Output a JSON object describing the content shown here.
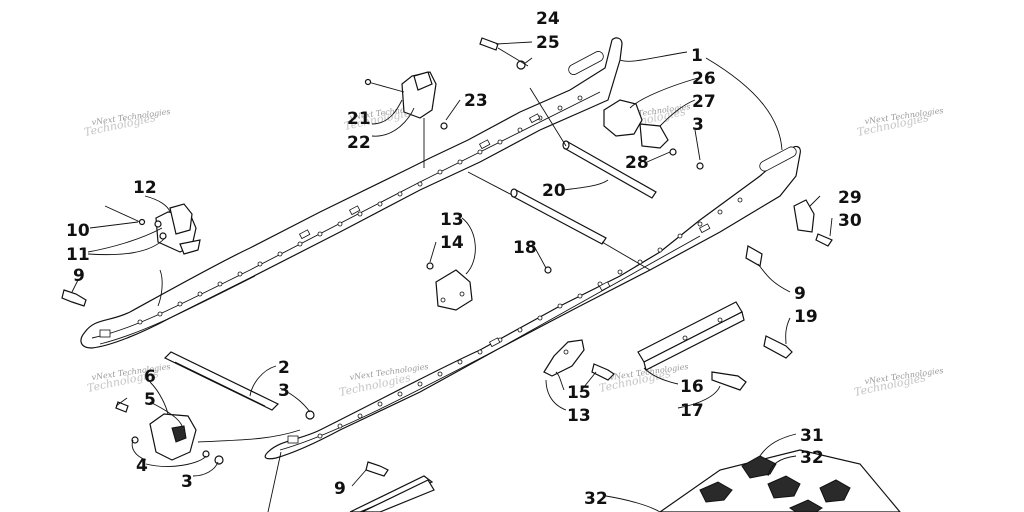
{
  "callouts": [
    {
      "id": "c24",
      "text": "24"
    },
    {
      "id": "c25",
      "text": "25"
    },
    {
      "id": "c1",
      "text": "1"
    },
    {
      "id": "c26",
      "text": "26"
    },
    {
      "id": "c27",
      "text": "27"
    },
    {
      "id": "c3a",
      "text": "3"
    },
    {
      "id": "c28",
      "text": "28"
    },
    {
      "id": "c23",
      "text": "23"
    },
    {
      "id": "c21",
      "text": "21"
    },
    {
      "id": "c22",
      "text": "22"
    },
    {
      "id": "c12",
      "text": "12"
    },
    {
      "id": "c10",
      "text": "10"
    },
    {
      "id": "c11",
      "text": "11"
    },
    {
      "id": "c9a",
      "text": "9"
    },
    {
      "id": "c20",
      "text": "20"
    },
    {
      "id": "c29",
      "text": "29"
    },
    {
      "id": "c30",
      "text": "30"
    },
    {
      "id": "c13a",
      "text": "13"
    },
    {
      "id": "c14",
      "text": "14"
    },
    {
      "id": "c18",
      "text": "18"
    },
    {
      "id": "c9b",
      "text": "9"
    },
    {
      "id": "c19",
      "text": "19"
    },
    {
      "id": "c2",
      "text": "2"
    },
    {
      "id": "c6",
      "text": "6"
    },
    {
      "id": "c3b",
      "text": "3"
    },
    {
      "id": "c5",
      "text": "5"
    },
    {
      "id": "c15",
      "text": "15"
    },
    {
      "id": "c16",
      "text": "16"
    },
    {
      "id": "c13b",
      "text": "13"
    },
    {
      "id": "c17",
      "text": "17"
    },
    {
      "id": "c4",
      "text": "4"
    },
    {
      "id": "c3c",
      "text": "3"
    },
    {
      "id": "c31",
      "text": "31"
    },
    {
      "id": "c32a",
      "text": "32"
    },
    {
      "id": "c9c",
      "text": "9"
    },
    {
      "id": "c32b",
      "text": "32"
    }
  ],
  "watermark": {
    "line1": "vNext Technologies",
    "line2": "Technologies"
  }
}
